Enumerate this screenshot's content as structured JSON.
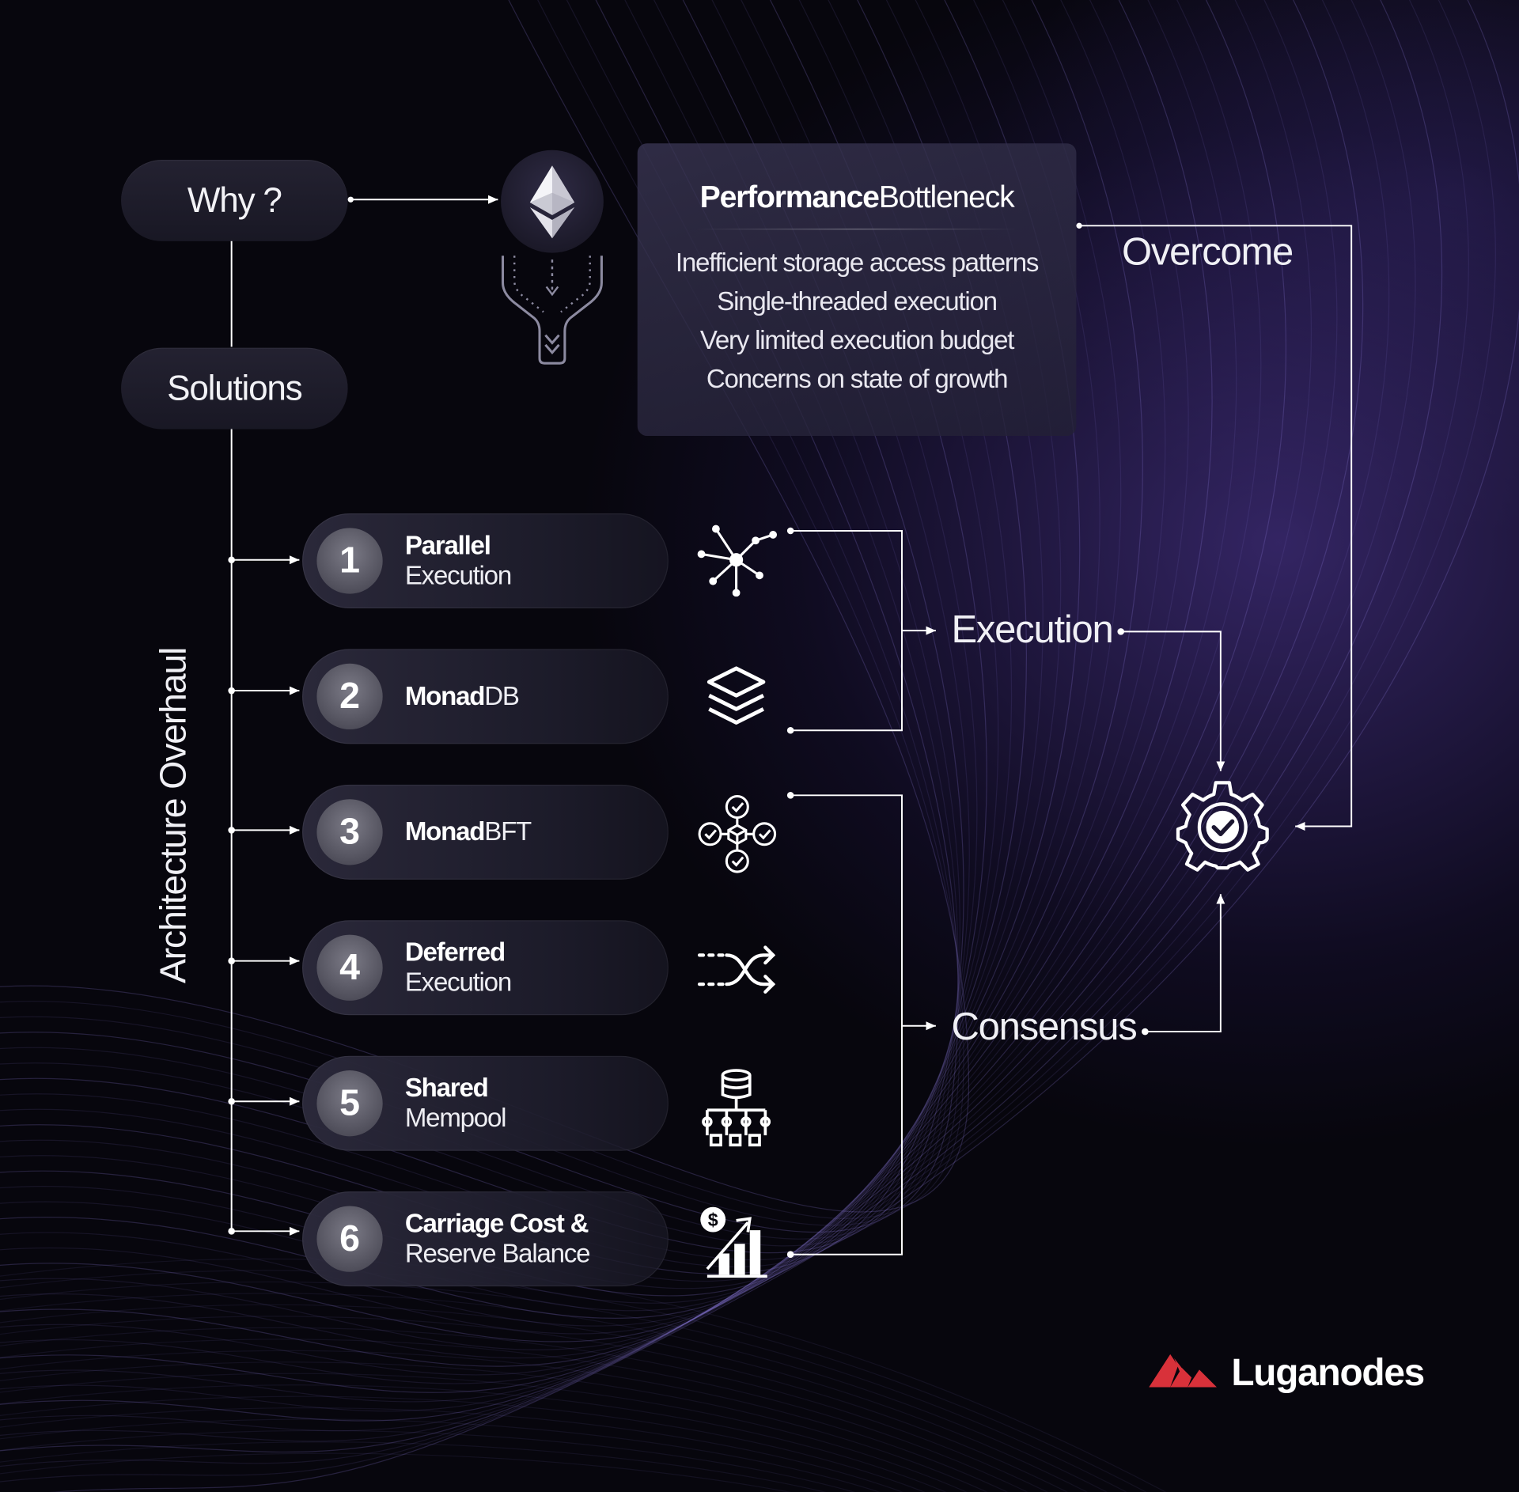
{
  "why": {
    "label": "Why ?"
  },
  "solutions": {
    "label": "Solutions"
  },
  "bottleneck": {
    "title_bold": "Performance",
    "title_light": "Bottleneck",
    "items": [
      "Inefficient storage access patterns",
      "Single-threaded execution",
      "Very limited execution budget",
      "Concerns on state of growth"
    ]
  },
  "overcome_label": "Overcome",
  "architecture_label": "Architecture Overhaul",
  "execution_label": "Execution",
  "consensus_label": "Consensus",
  "solution_items": [
    {
      "number": "1",
      "bold": "Parallel",
      "light": "Execution",
      "icon": "network-nodes-icon"
    },
    {
      "number": "2",
      "bold": "Monad",
      "light": "DB",
      "icon": "layers-icon"
    },
    {
      "number": "3",
      "bold": "Monad",
      "light": "BFT",
      "icon": "consensus-check-icon"
    },
    {
      "number": "4",
      "bold": "Deferred",
      "light": "Execution",
      "icon": "shuffle-arrows-icon"
    },
    {
      "number": "5",
      "bold": "Shared",
      "light": "Mempool",
      "icon": "database-tree-icon"
    },
    {
      "number": "6",
      "bold": "Carriage Cost &",
      "light": "Reserve Balance",
      "icon": "dollar-chart-icon"
    }
  ],
  "brand": {
    "name": "Luganodes",
    "logo_color": "#d8313a"
  },
  "colors": {
    "background": "#07060d",
    "accent_purple": "#5a3fae",
    "line": "#ffffff"
  }
}
